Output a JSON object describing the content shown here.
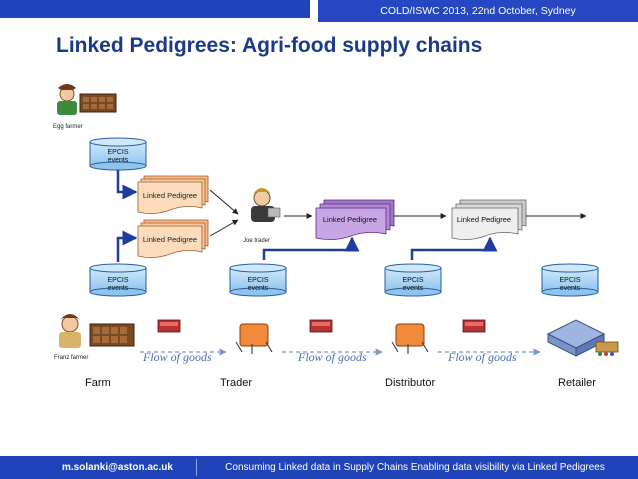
{
  "header": {
    "event": "COLD/ISWC 2013, 22nd October, Sydney",
    "title": "Linked Pedigrees: Agri-food supply chains"
  },
  "diagram": {
    "actors": {
      "egg_farmer": "Egg farmer",
      "joe_trader": "Joe trader",
      "franz_farmer": "Franz farmer"
    },
    "epcis_label_1": "EPCIS",
    "epcis_label_2": "events",
    "linked_pedigree": "Linked Pedigree",
    "flow_of_goods": "Flow of goods",
    "stages": [
      "Farm",
      "Trader",
      "Distributor",
      "Retailer"
    ],
    "colors": {
      "pedigree_orange": "#f9c99d",
      "pedigree_purple": "#b48ad6",
      "pedigree_grey": "#d9d9d9",
      "epcis_cylinder": "#a8d3f5",
      "arrow_blue": "#1f3c9e"
    }
  },
  "footer": {
    "email": "m.solanki@aston.ac.uk",
    "description": "Consuming Linked data in Supply Chains Enabling data visibility via Linked Pedigrees"
  }
}
